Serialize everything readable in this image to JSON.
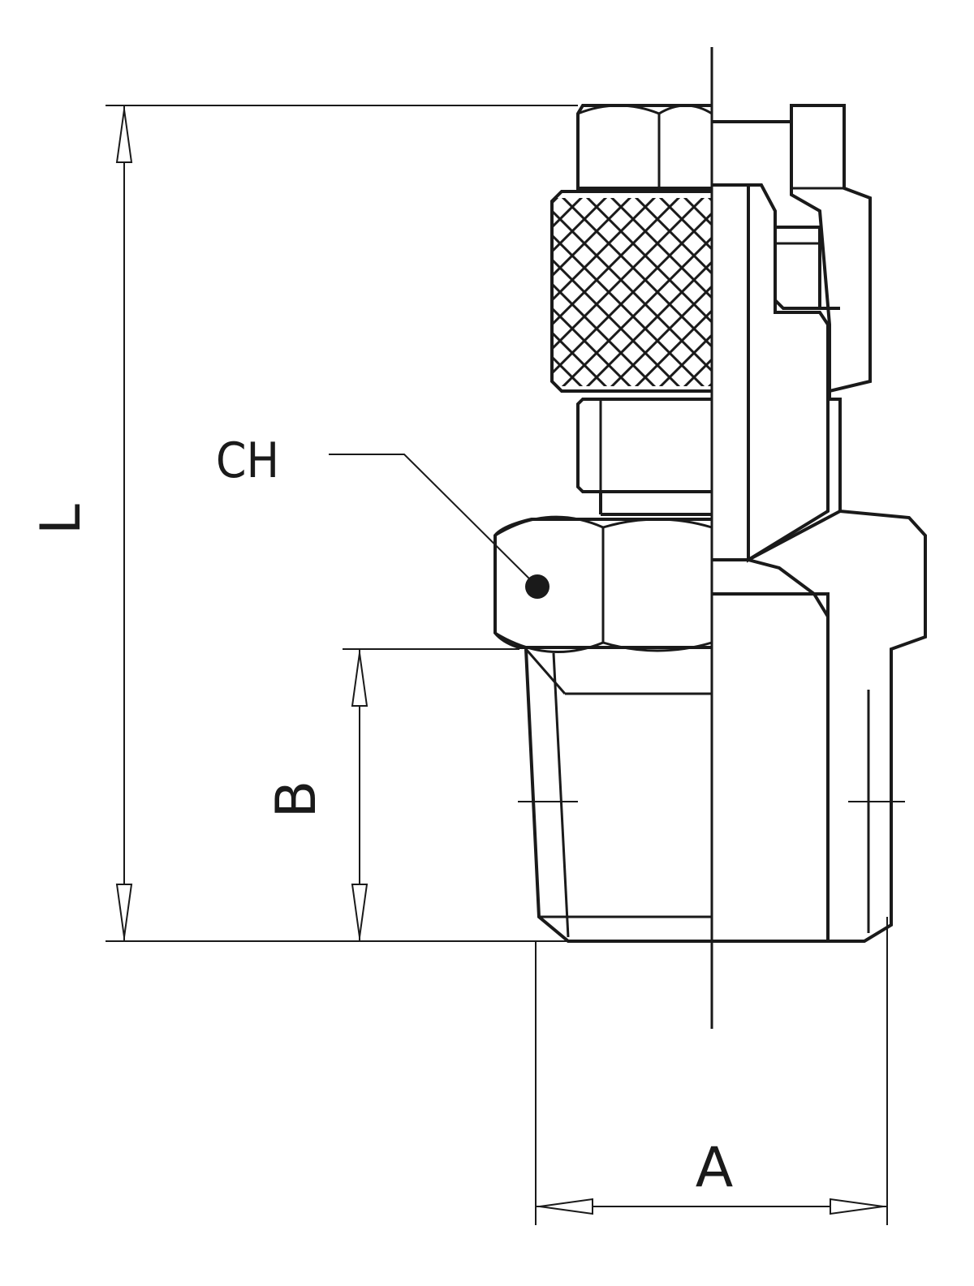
{
  "labels": {
    "length": "L",
    "thread_length": "B",
    "thread_diameter": "A",
    "hex_size": "CH"
  }
}
